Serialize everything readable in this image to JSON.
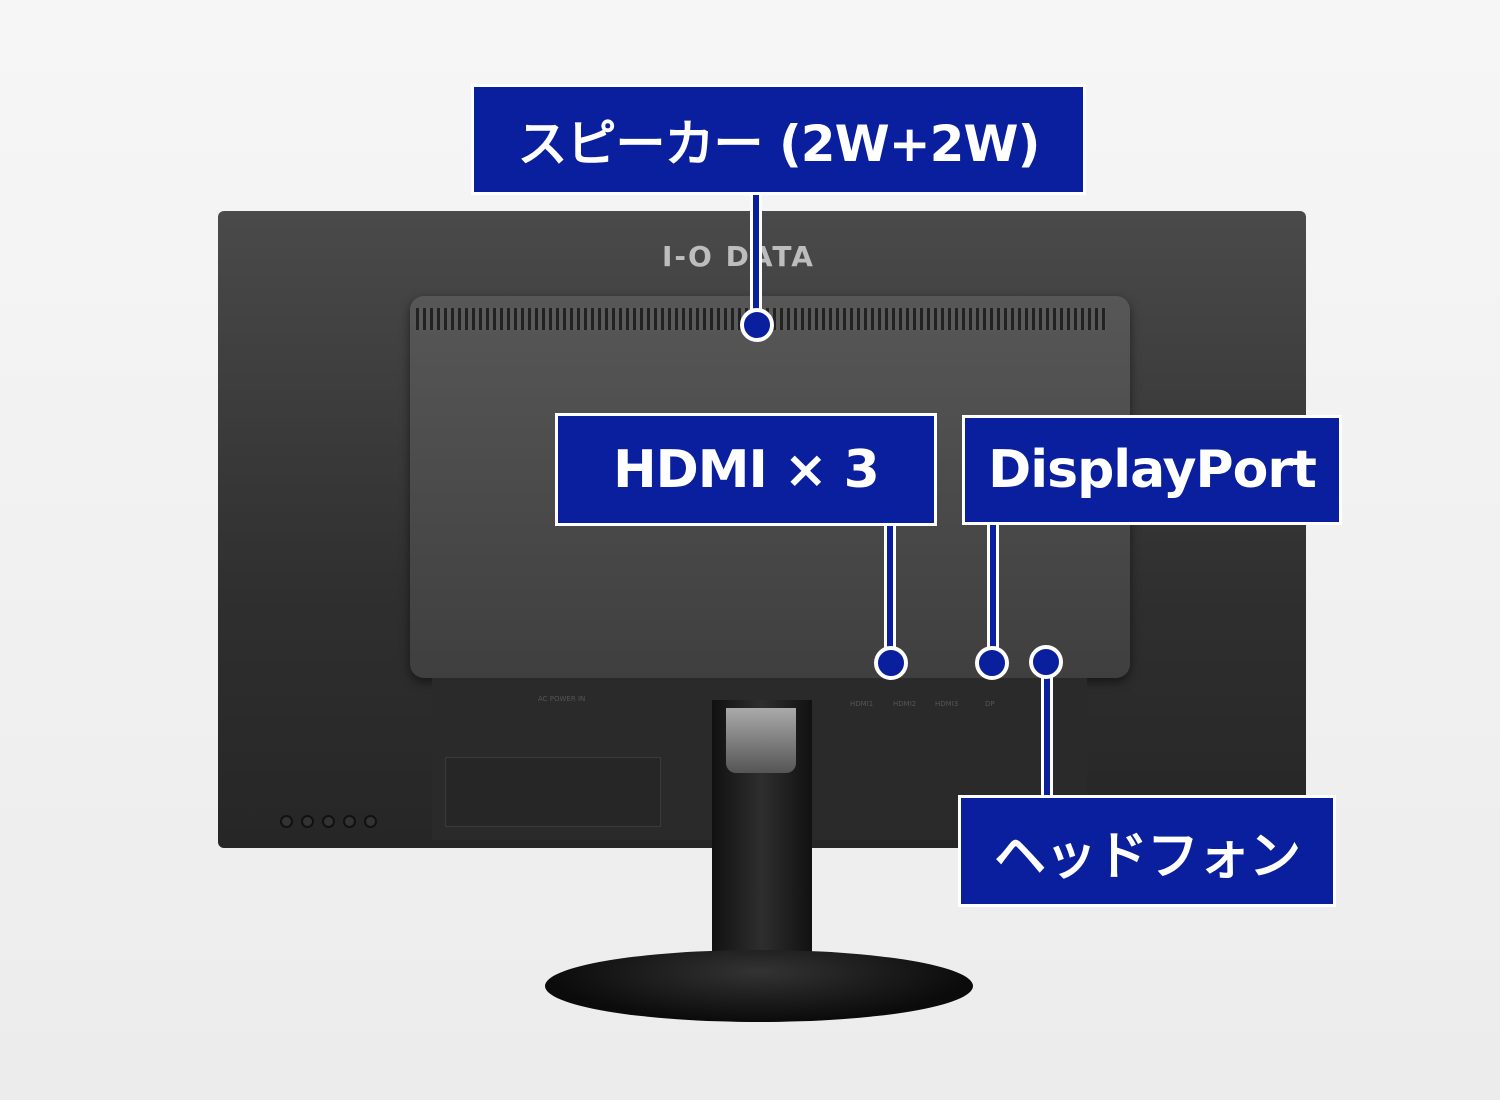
{
  "brand_logo": "I-O DATA",
  "callouts": {
    "speaker": "スピーカー (2W+2W)",
    "hdmi": "HDMI × 3",
    "displayport": "DisplayPort",
    "headphone": "ヘッドフォン"
  },
  "port_labels": [
    "AC POWER IN",
    "HDMI1",
    "HDMI2",
    "HDMI3",
    "DP"
  ],
  "colors": {
    "callout": "#0a1f9e",
    "background": "#f2f2f2"
  }
}
